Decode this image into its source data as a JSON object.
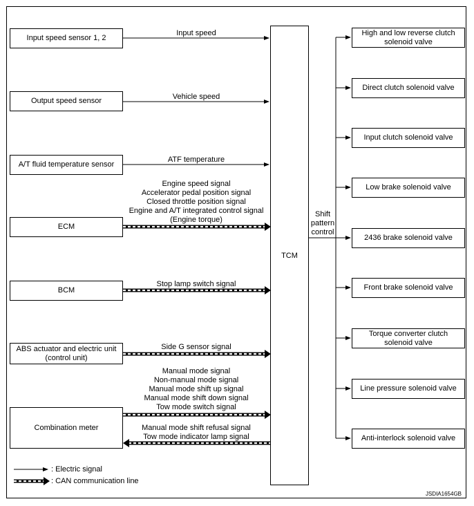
{
  "tcm": "TCM",
  "inputs": [
    {
      "box": "Input speed sensor 1, 2",
      "signal": "Input speed"
    },
    {
      "box": "Output speed sensor",
      "signal": "Vehicle speed"
    },
    {
      "box": "A/T fluid temperature sensor",
      "signal": "ATF temperature"
    },
    {
      "box": "ECM",
      "signal_lines": [
        "Engine speed signal",
        "Accelerator pedal position signal",
        "Closed throttle position signal",
        "Engine and A/T integrated control signal",
        "(Engine torque)"
      ]
    },
    {
      "box": "BCM",
      "signal": "Stop lamp switch signal"
    },
    {
      "box_lines": [
        "ABS actuator and electric unit",
        "(control unit)"
      ],
      "signal": "Side G sensor signal"
    },
    {
      "box": "Combination meter",
      "signal_lines_in": [
        "Manual mode signal",
        "Non-manual mode signal",
        "Manual mode shift up signal",
        "Manual mode shift down signal",
        "Tow mode switch signal"
      ],
      "signal_lines_out": [
        "Manual mode shift refusal signal",
        "Tow mode indicator lamp signal"
      ]
    }
  ],
  "shift_label": [
    "Shift",
    "pattern",
    "control"
  ],
  "outputs": [
    [
      "High and low reverse clutch",
      "solenoid valve"
    ],
    [
      "Direct clutch solenoid valve"
    ],
    [
      "Input clutch solenoid valve"
    ],
    [
      "Low brake solenoid valve"
    ],
    [
      "2436 brake solenoid valve"
    ],
    [
      "Front brake solenoid valve"
    ],
    [
      "Torque converter clutch",
      "solenoid valve"
    ],
    [
      "Line pressure solenoid valve"
    ],
    [
      "Anti-interlock solenoid valve"
    ]
  ],
  "legend": {
    "electric": ": Electric signal",
    "can": ": CAN communication line"
  },
  "code": "JSDIA1654GB"
}
